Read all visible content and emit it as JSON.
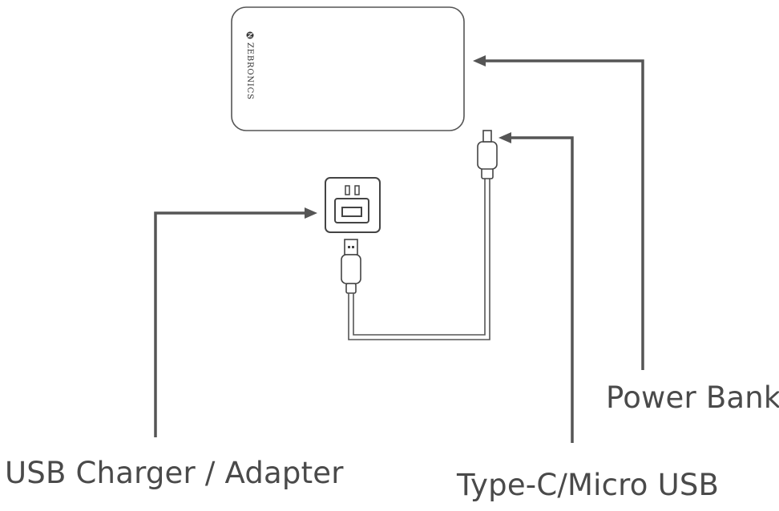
{
  "brand": "ZEBRONICS",
  "labels": {
    "power_bank": "Power Bank",
    "cable": "Type-C/Micro USB",
    "charger": "USB Charger / Adapter"
  },
  "colors": {
    "line": "#555555",
    "text": "#4a4a4a",
    "background": "#ffffff"
  }
}
